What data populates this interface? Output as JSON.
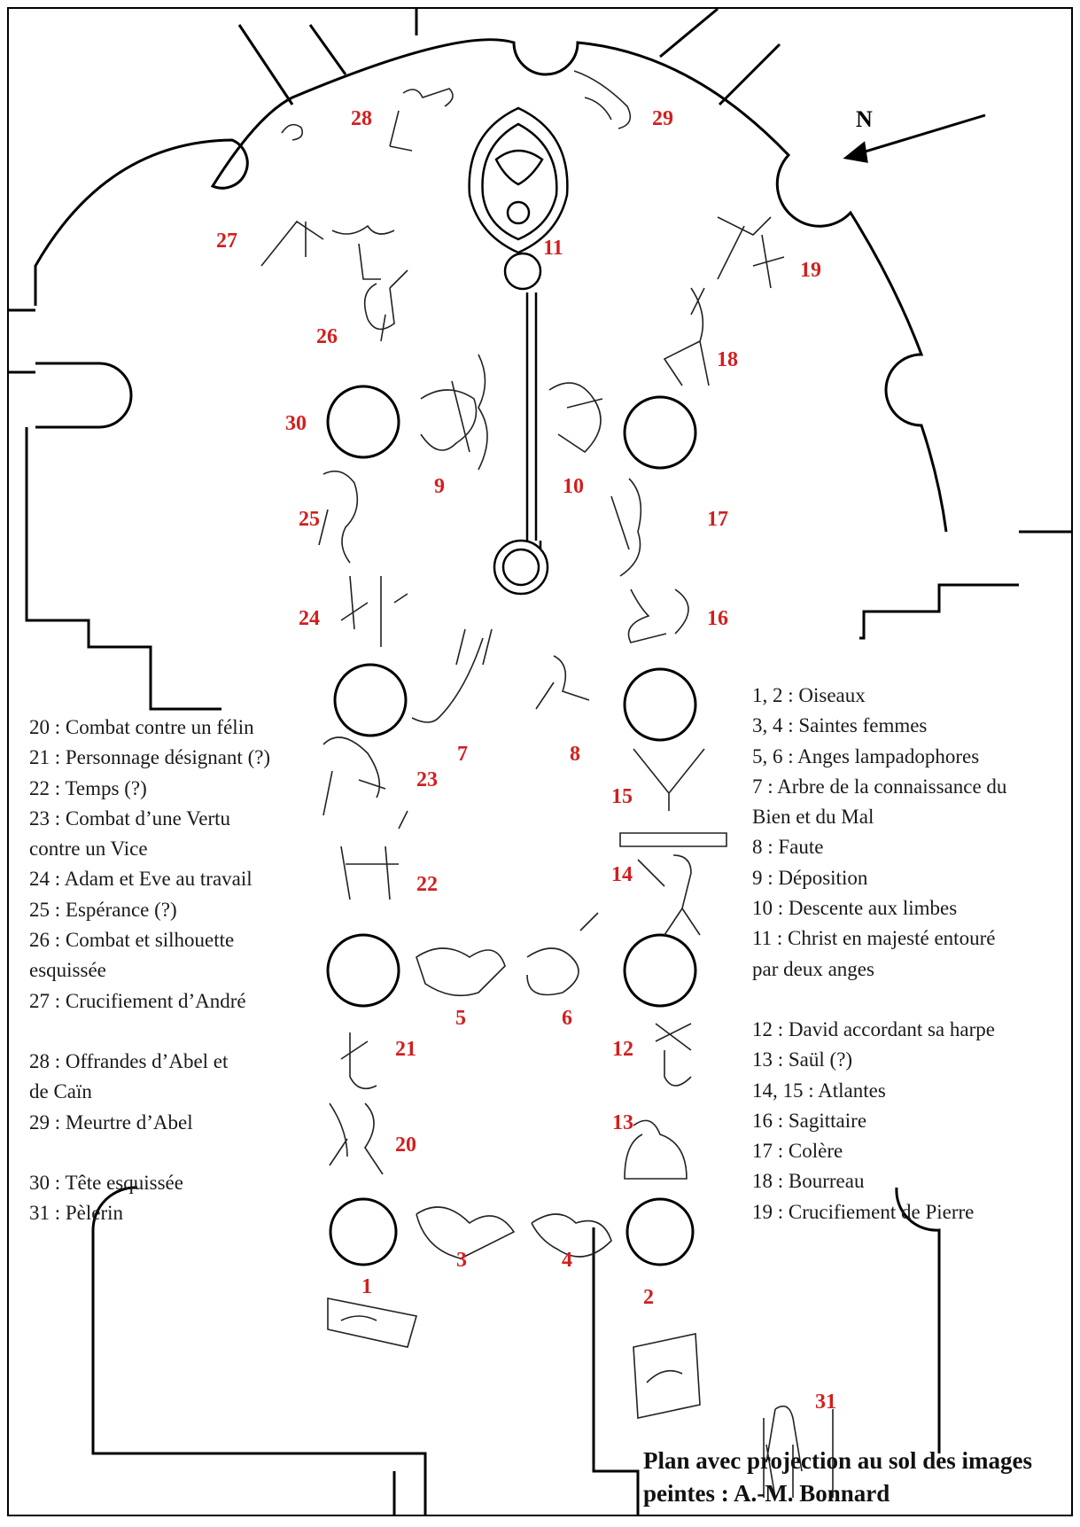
{
  "north_label": "N",
  "scene_numbers": [
    "1",
    "2",
    "3",
    "4",
    "5",
    "6",
    "7",
    "8",
    "9",
    "10",
    "11",
    "12",
    "13",
    "14",
    "15",
    "16",
    "17",
    "18",
    "19",
    "20",
    "21",
    "22",
    "23",
    "24",
    "25",
    "26",
    "27",
    "28",
    "29",
    "30",
    "31"
  ],
  "legend_left": [
    "20 : Combat contre un félin",
    "21 : Personnage désignant (?)",
    "22 : Temps (?)",
    "23 : Combat d’une Vertu",
    "contre un Vice",
    "24 : Adam et Eve au travail",
    "25 : Espérance (?)",
    "26 : Combat et silhouette",
    "esquissée",
    "27 : Crucifiement d’André",
    "",
    "28 : Offrandes d’Abel et",
    "de Caïn",
    "29 : Meurtre d’Abel",
    "",
    "30 : Tête esquissée",
    "31 : Pèlerin"
  ],
  "legend_right": [
    "1, 2 : Oiseaux",
    "3, 4 : Saintes femmes",
    "5, 6 : Anges lampadophores",
    "7 : Arbre de la connaissance du",
    "Bien et du Mal",
    "8 : Faute",
    "9 : Déposition",
    "10 : Descente aux limbes",
    "11 : Christ en majesté entouré",
    "par deux anges",
    "",
    "12 : David accordant sa harpe",
    "13 : Saül (?)",
    "14, 15 : Atlantes",
    "16 : Sagittaire",
    "17 : Colère",
    "18 : Bourreau",
    "19 : Crucifiement de Pierre"
  ],
  "credit": [
    "Plan avec projection au sol des images",
    "peintes : A.-M. Bonnard"
  ],
  "colors": {
    "numbers": "#d21f1f",
    "ink": "#1a1a1a"
  }
}
